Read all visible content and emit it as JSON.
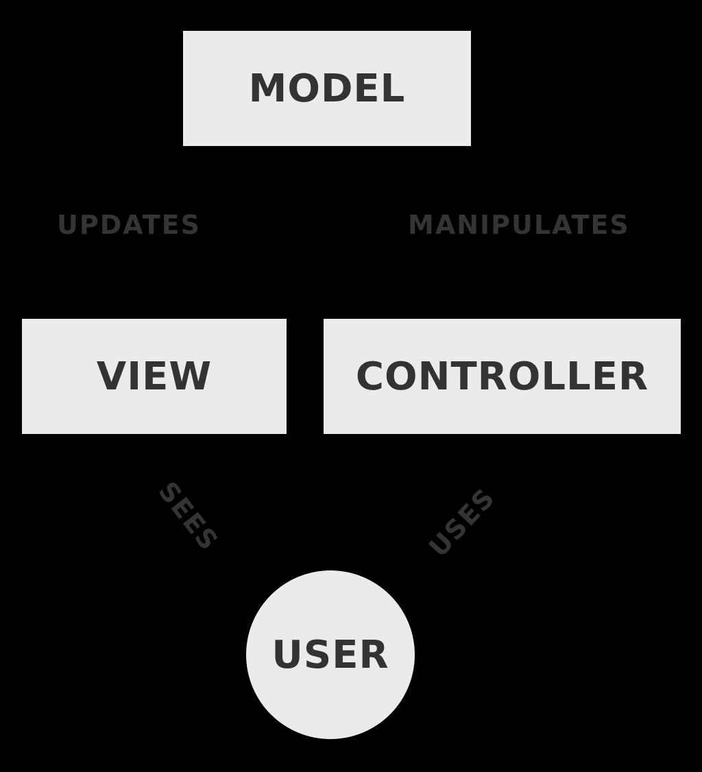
{
  "diagram": {
    "type": "mvc-architecture-diagram",
    "colors": {
      "background": "#000000",
      "node_fill": "#ebebeb",
      "node_text": "#333333",
      "edge_label_text": "#343434"
    },
    "nodes": {
      "model": {
        "label": "MODEL",
        "shape": "rect"
      },
      "view": {
        "label": "VIEW",
        "shape": "rect"
      },
      "controller": {
        "label": "CONTROLLER",
        "shape": "rect"
      },
      "user": {
        "label": "USER",
        "shape": "circle"
      }
    },
    "edge_labels": {
      "updates": "UPDATES",
      "manipulates": "MANIPULATES",
      "sees": "SEES",
      "uses": "USES"
    }
  }
}
